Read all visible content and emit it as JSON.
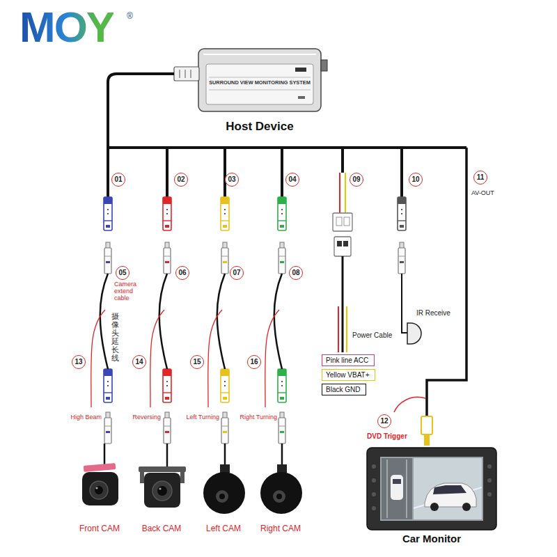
{
  "diagram": {
    "nodes": [
      {
        "text": [
          "SURROUND VIEW MONITORING SYSTEM",
          "Host Device"
        ]
      },
      {
        "text": [
          "Pink line ACC"
        ]
      },
      {
        "text": [
          "Yellow VBAT+"
        ]
      },
      {
        "text": [
          "Black GND"
        ]
      }
    ],
    "labels": [
      "MOY",
      "®",
      "01",
      "02",
      "03",
      "04",
      "09",
      "10",
      "11",
      "AV-OUT",
      "05",
      "Camera extend cable",
      "06",
      "07",
      "08",
      "摄像头延长线",
      "IR Receive",
      "Power Cable",
      "13",
      "14",
      "15",
      "16",
      "High Beam",
      "Reversing",
      "Left Turning",
      "Right Turning",
      "12",
      "DVD Trigger",
      "Front CAM",
      "Back CAM",
      "Left CAM",
      "Right CAM",
      "Car Monitor"
    ]
  }
}
